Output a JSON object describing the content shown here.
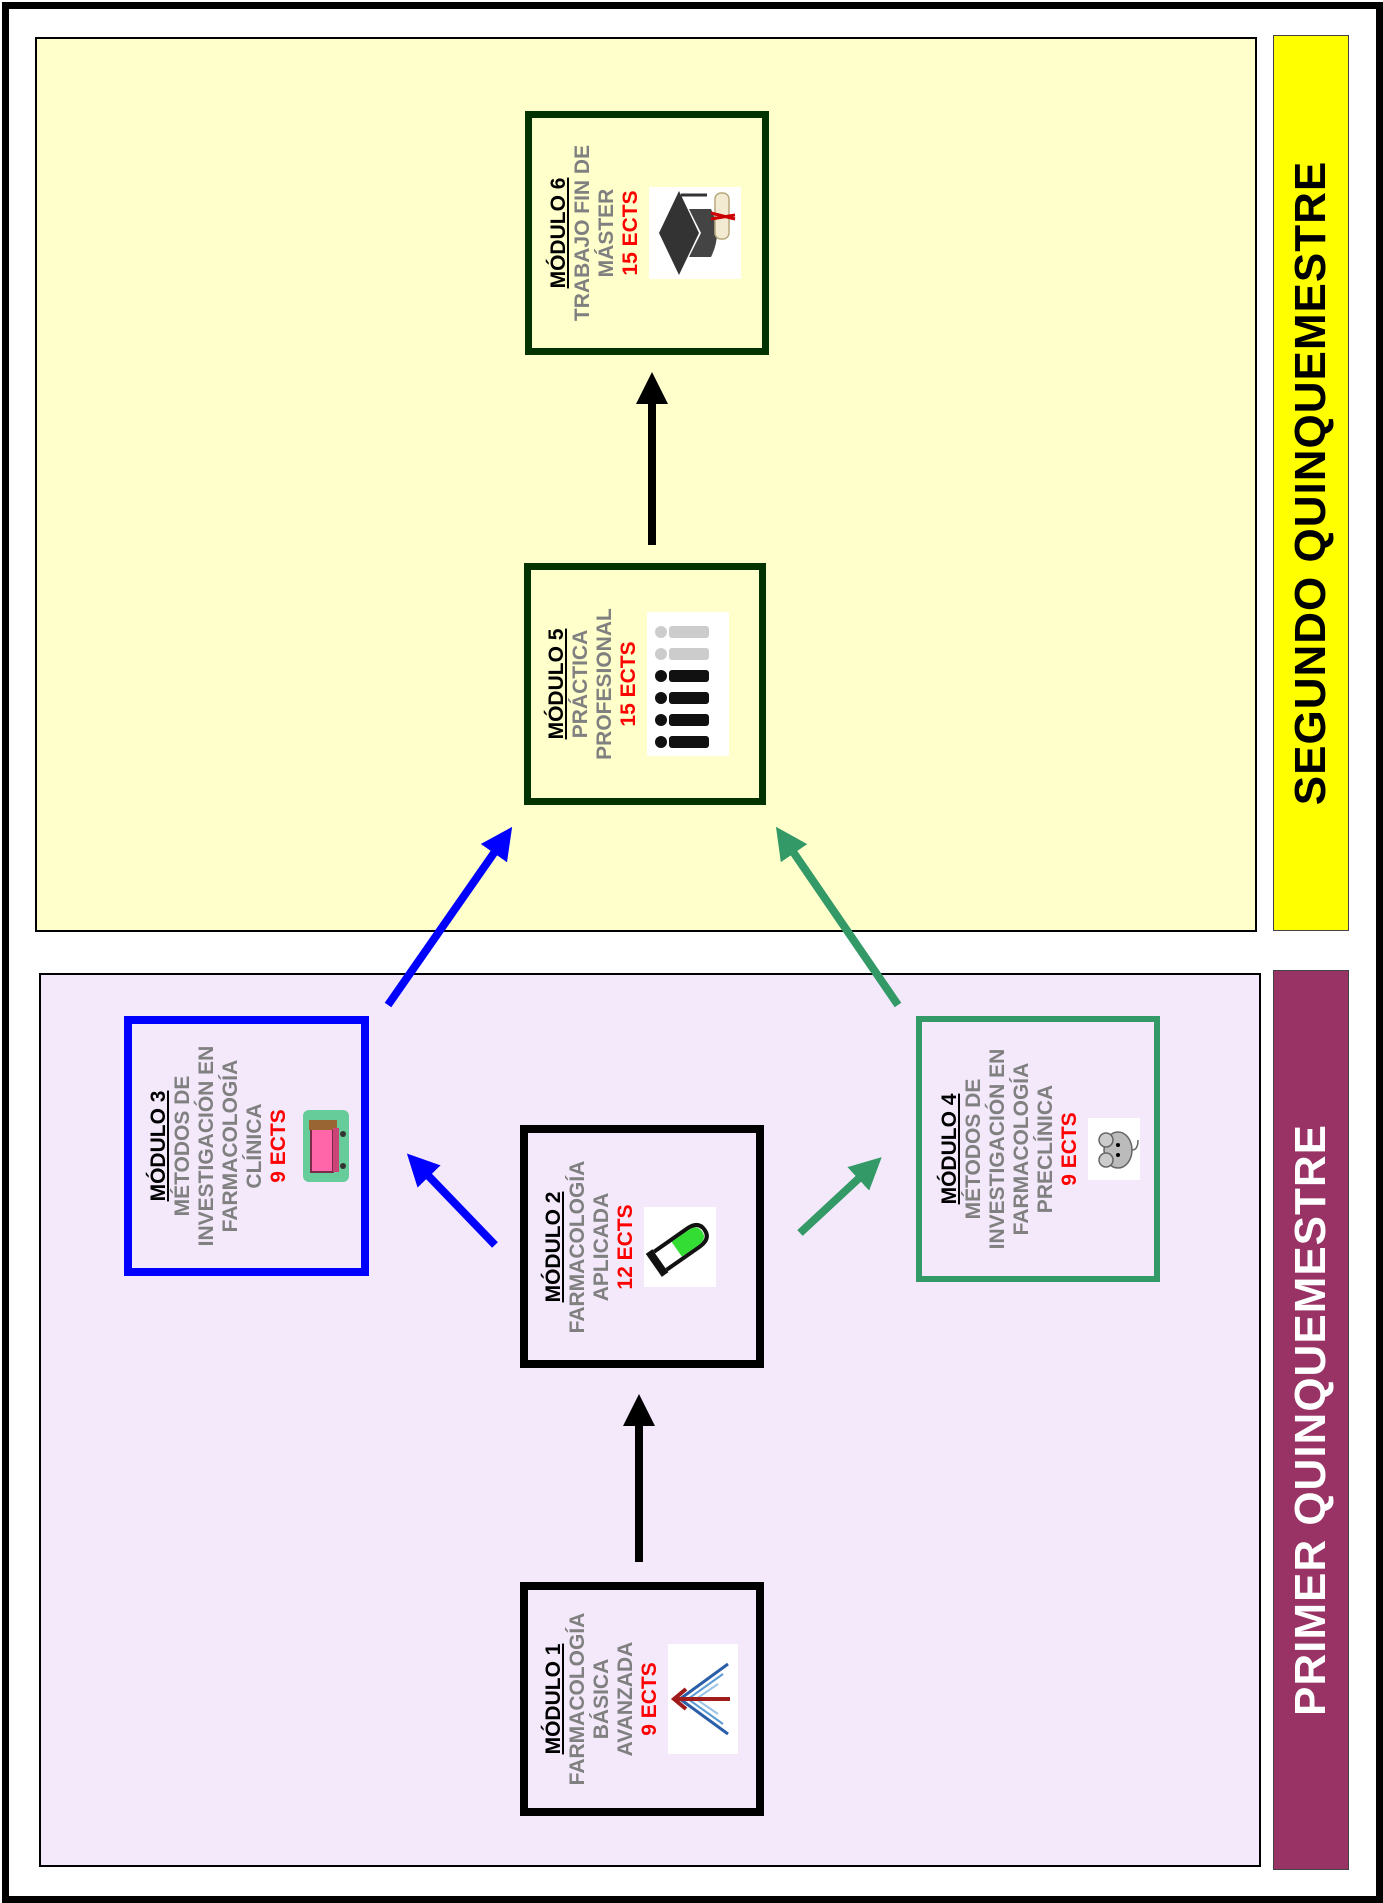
{
  "semesters": {
    "second": {
      "label": "SEGUNDO QUINQUEMESTRE",
      "band_color": "#ffff00",
      "bg_color": "#ffffcc"
    },
    "first": {
      "label": "PRIMER QUINQUEMESTRE",
      "band_color": "#993366",
      "bg_color": "#f3e9fb"
    }
  },
  "modules": {
    "m1": {
      "title": "MÓDULO 1",
      "name": "FARMACOLOGÍA\nBÁSICA\nAVANZADA",
      "ects": "9 ECTS",
      "icon": "molecule-icon",
      "border_color": "#000000"
    },
    "m2": {
      "title": "MÓDULO 2",
      "name": "FARMACOLOGÍA\nAPLICADA",
      "ects": "12 ECTS",
      "icon": "test-tube-icon",
      "border_color": "#000000"
    },
    "m3": {
      "title": "MÓDULO 3",
      "name": "MÉTODOS DE\nINVESTIGACIÓN EN\nFARMACOLOGÍA\nCLÍNICA",
      "ects": "9 ECTS",
      "icon": "hospital-bed-icon",
      "border_color": "#0000ff"
    },
    "m4": {
      "title": "MÓDULO 4",
      "name": "MÉTODOS DE\nINVESTIGACIÓN EN\nFARMACOLOGÍA\nPRECLÍNICA",
      "ects": "9 ECTS",
      "icon": "mouse-icon",
      "border_color": "#339966"
    },
    "m5": {
      "title": "MÓDULO 5",
      "name": "PRÁCTICA\nPROFESIONAL",
      "ects": "15 ECTS",
      "icon": "professionals-silhouettes-icon",
      "border_color": "#003300"
    },
    "m6": {
      "title": "MÓDULO 6",
      "name": "TRABAJO FIN DE\nMÁSTER",
      "ects": "15 ECTS",
      "icon": "graduation-cap-diploma-icon",
      "border_color": "#003300"
    }
  },
  "arrow_colors": {
    "black": "#000000",
    "blue": "#0000ff",
    "green": "#339966"
  }
}
